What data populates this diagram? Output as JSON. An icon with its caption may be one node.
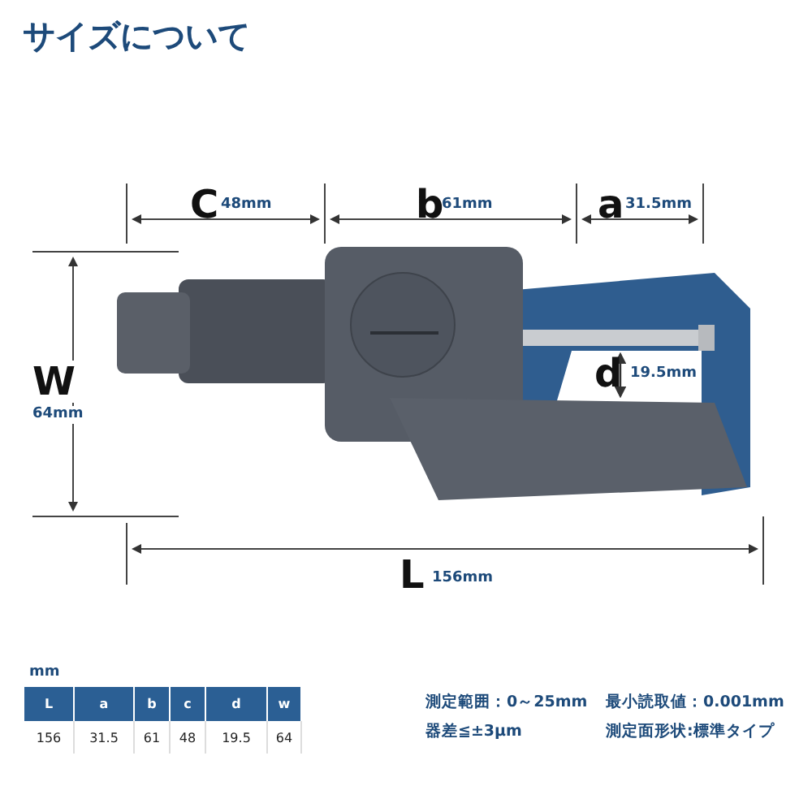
{
  "diagram": {
    "title": "サイズについて",
    "labels": [
      "C",
      "48mm",
      "b",
      "61mm",
      "a",
      "31.5mm",
      "d",
      "19.5mm",
      "W",
      "64mm",
      "L",
      "156mm",
      "mm",
      "L",
      "a",
      "b",
      "c",
      "d",
      "w",
      "156",
      "31.5",
      "61",
      "48",
      "19.5",
      "64",
      "測定範囲：0～25mm",
      "最小読取値：0.001mm",
      "器差≦±3μm",
      "測定面形状:標準タイプ"
    ]
  }
}
